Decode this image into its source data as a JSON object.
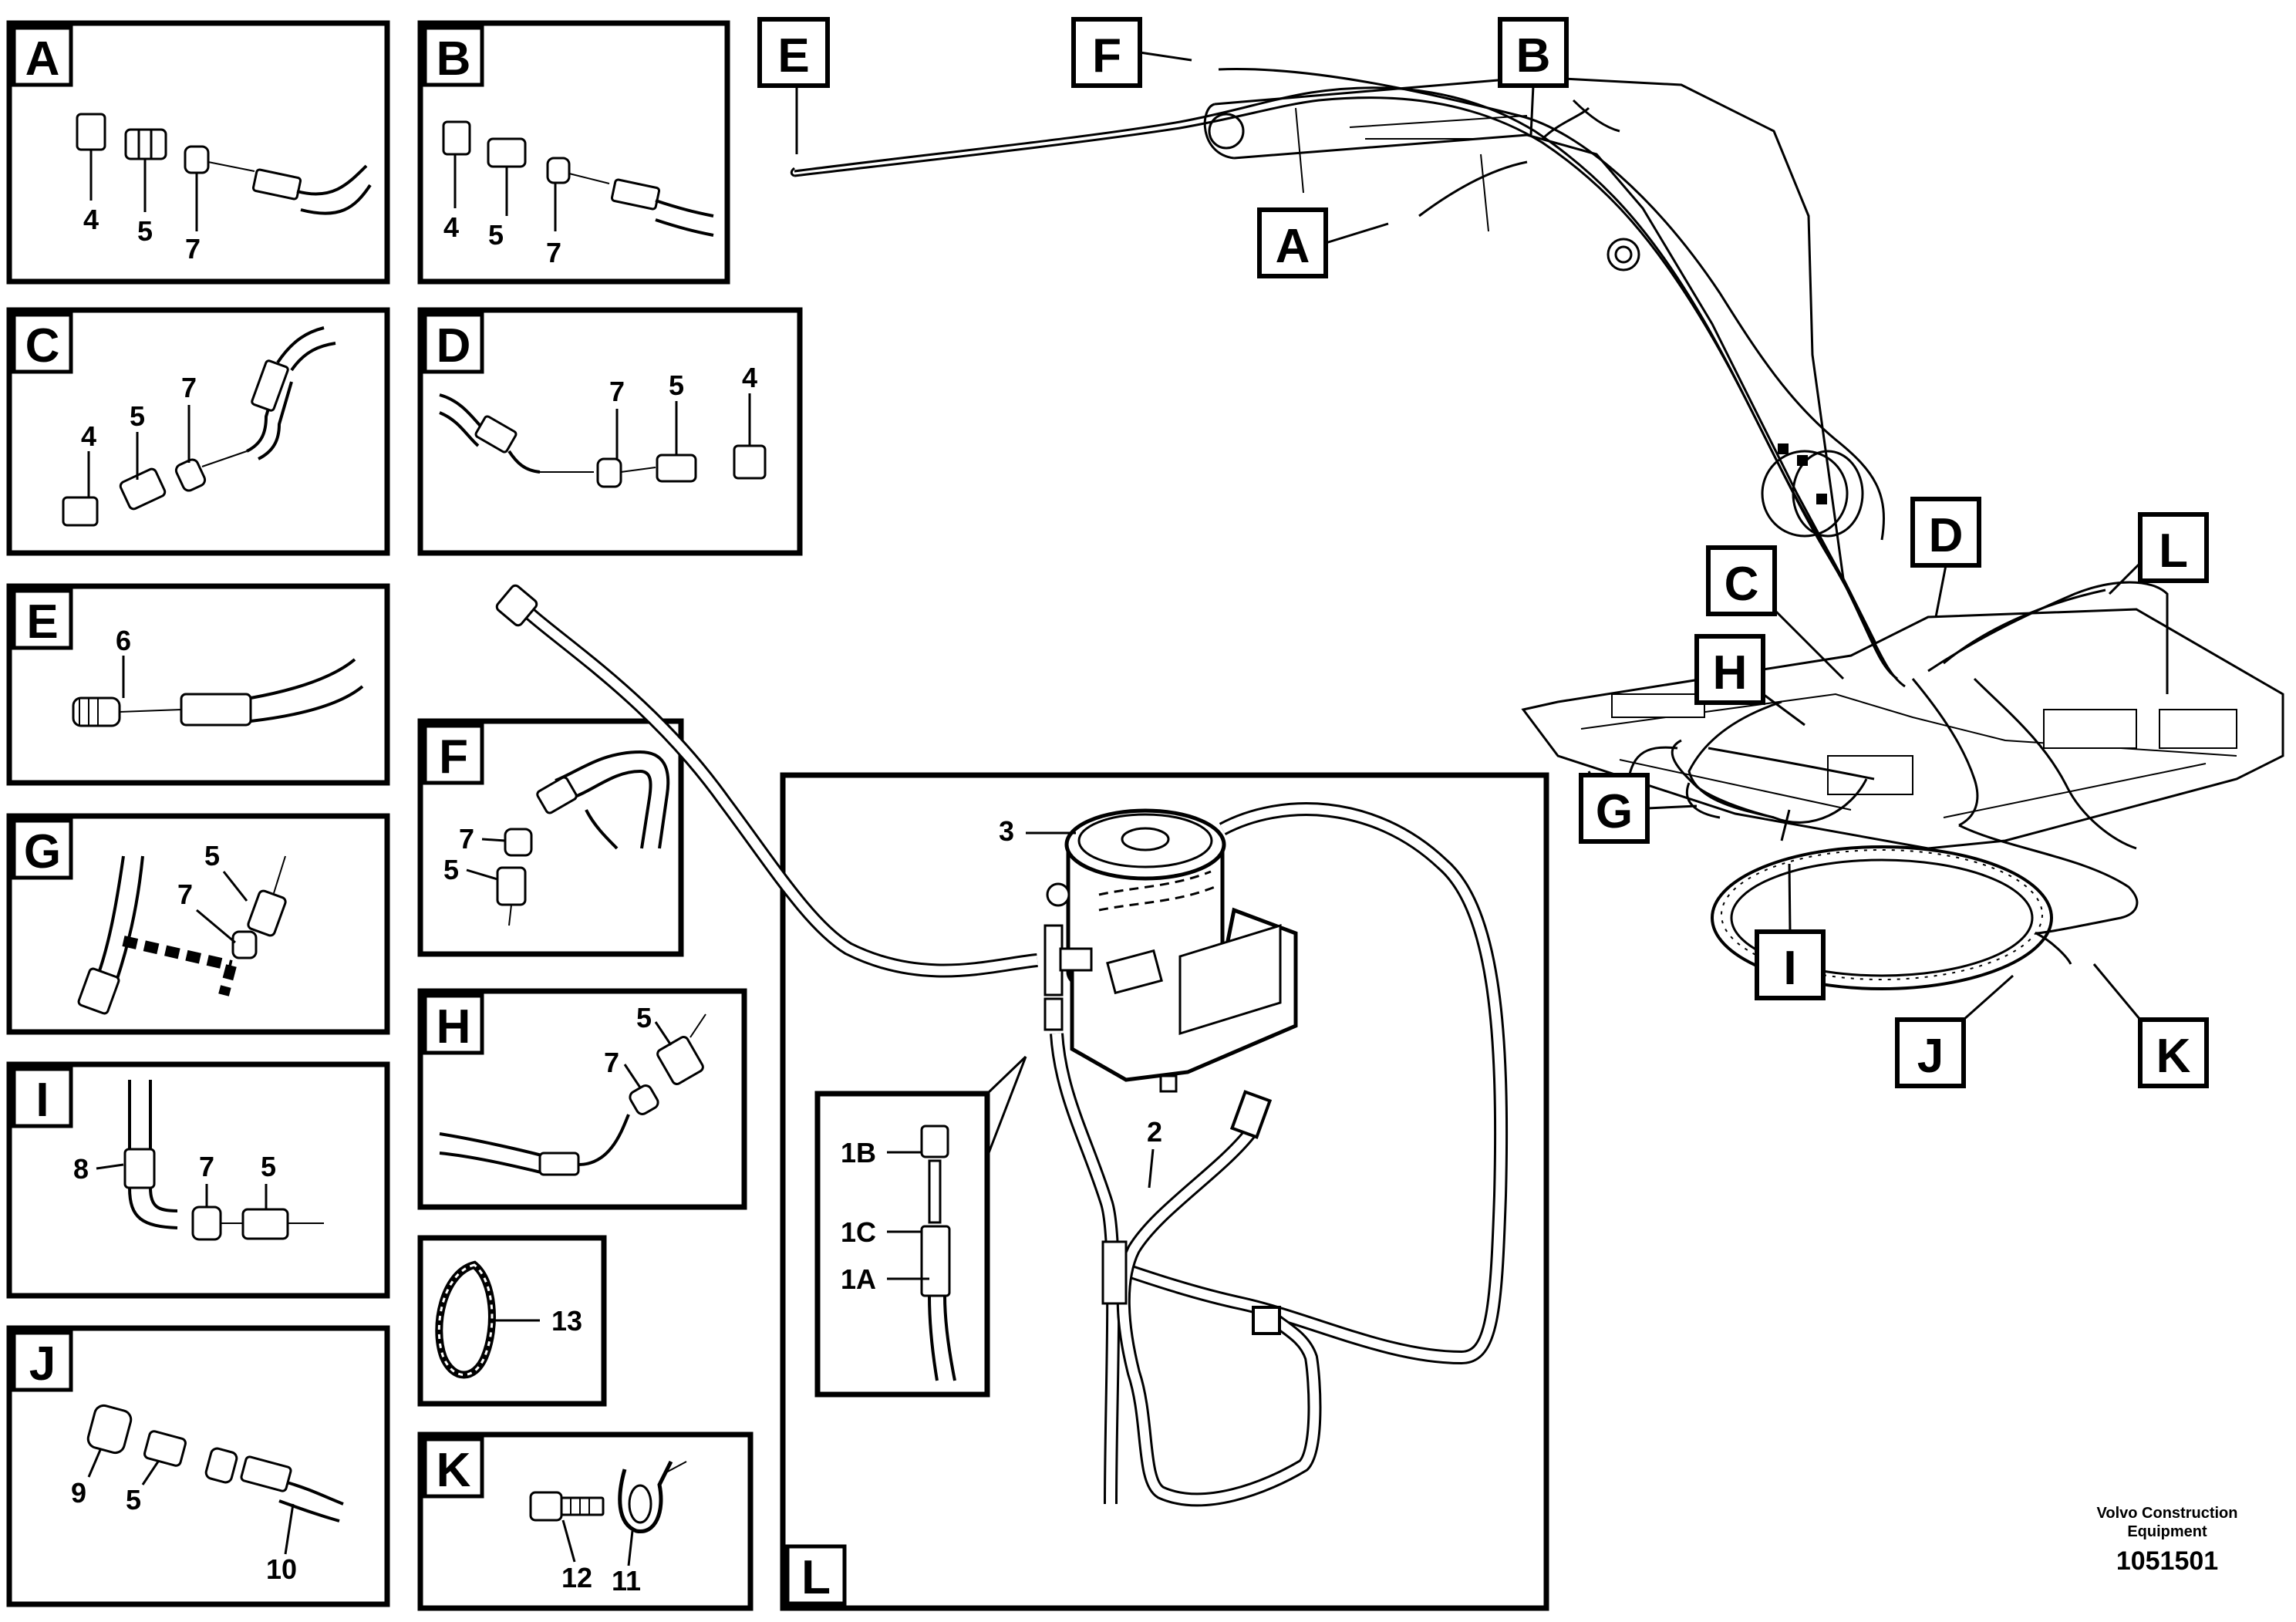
{
  "panels": {
    "A": {
      "letter": "A",
      "labels": [
        "4",
        "5",
        "7"
      ]
    },
    "B": {
      "letter": "B",
      "labels": [
        "4",
        "5",
        "7"
      ]
    },
    "C": {
      "letter": "C",
      "labels": [
        "4",
        "5",
        "7"
      ]
    },
    "D": {
      "letter": "D",
      "labels": [
        "7",
        "5",
        "4"
      ]
    },
    "E": {
      "letter": "E",
      "labels": [
        "6"
      ]
    },
    "F": {
      "letter": "F",
      "labels": [
        "7",
        "5"
      ]
    },
    "G": {
      "letter": "G",
      "labels": [
        "5",
        "7"
      ]
    },
    "H": {
      "letter": "H",
      "labels": [
        "5",
        "7"
      ]
    },
    "I": {
      "letter": "I",
      "labels": [
        "8",
        "7",
        "5"
      ]
    },
    "J": {
      "letter": "J",
      "labels": [
        "9",
        "5",
        "10"
      ]
    },
    "K": {
      "letter": "K",
      "labels": [
        "12",
        "11"
      ]
    },
    "L": {
      "letter": "L",
      "labels": [
        "3",
        "2"
      ]
    },
    "clamp": {
      "labels": [
        "13"
      ]
    },
    "detail": {
      "labels": [
        "1B",
        "1C",
        "1A"
      ]
    }
  },
  "main_callouts": [
    "E",
    "F",
    "B",
    "A",
    "D",
    "L",
    "C",
    "H",
    "G",
    "I",
    "J",
    "K"
  ],
  "footer": {
    "company_line1": "Volvo Construction",
    "company_line2": "Equipment",
    "drawing_number": "1051501"
  },
  "colors": {
    "ink": "#000000",
    "paper": "#ffffff"
  }
}
